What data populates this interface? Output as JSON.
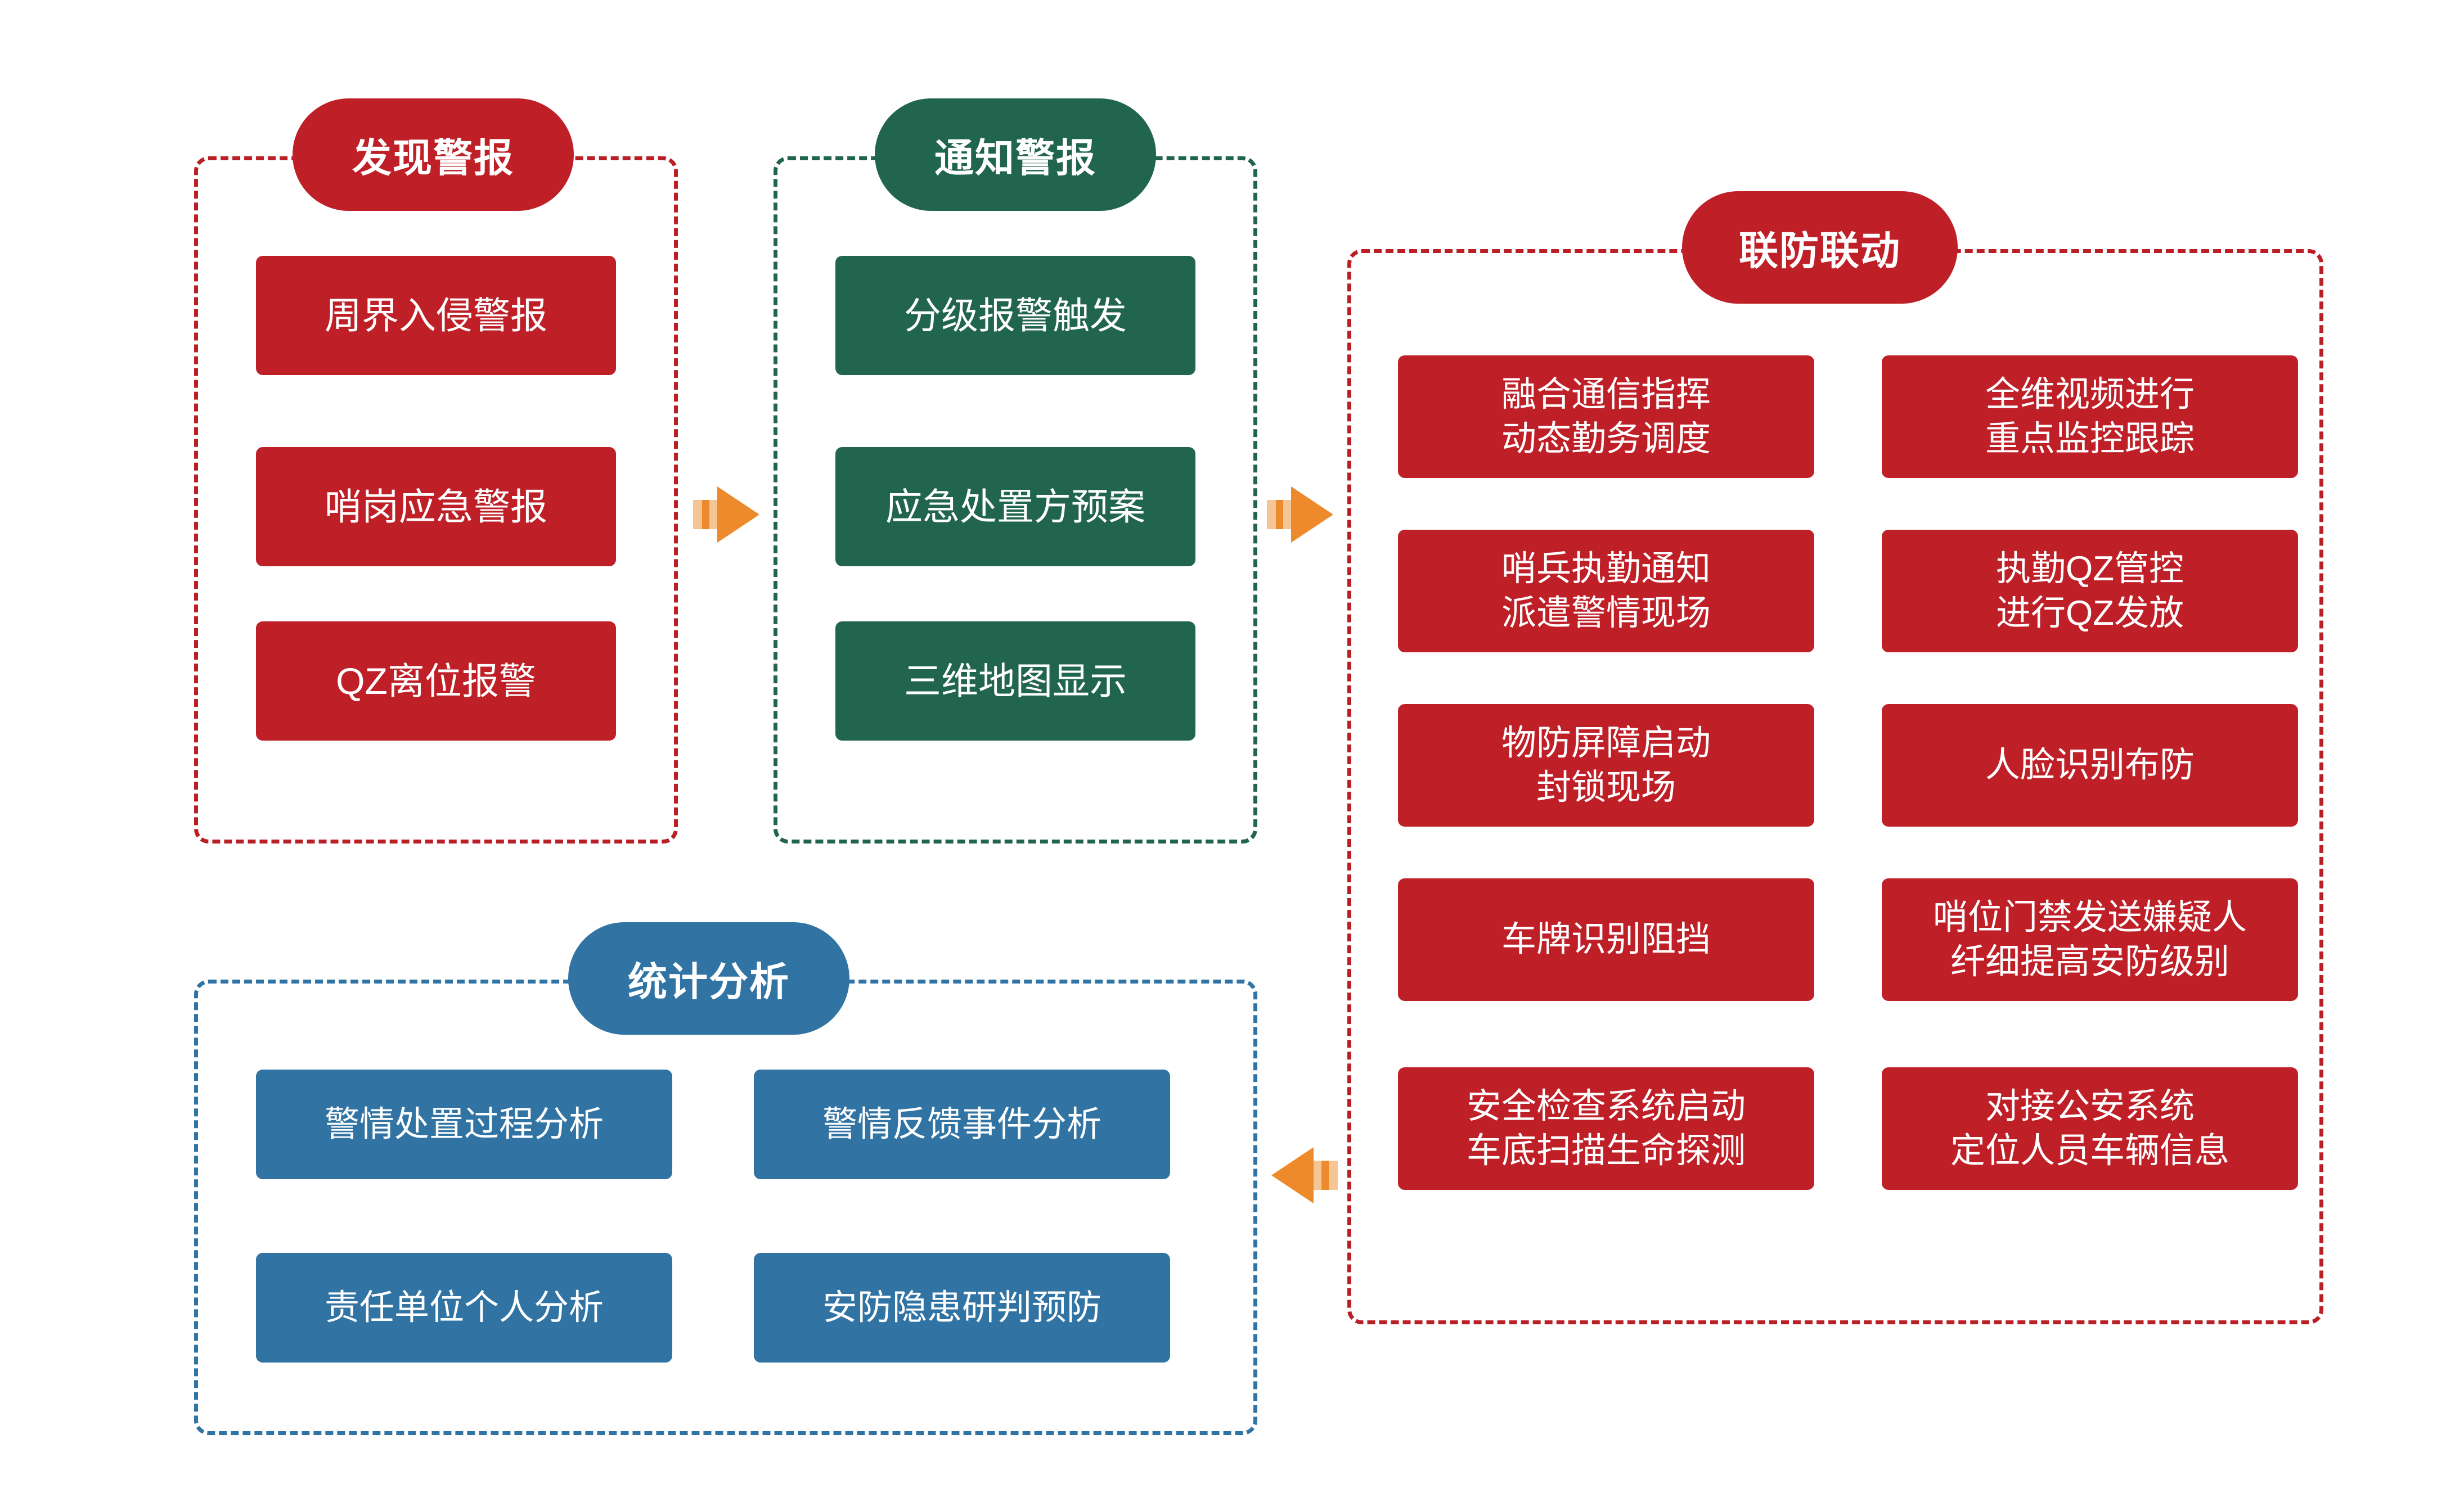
{
  "colors": {
    "red": "#BF2028",
    "red_border": "#BA1F26",
    "green": "#22654E",
    "blue": "#3174A3",
    "arrow_orange": "#ED8A2B",
    "arrow_orange_light": "#F6C596",
    "white": "#FFFFFF"
  },
  "panels": [
    {
      "id": "discover-alarm",
      "title": "发现警报",
      "color": "red",
      "items": [
        "周界入侵警报",
        "哨岗应急警报",
        "QZ离位报警"
      ]
    },
    {
      "id": "notify-alarm",
      "title": "通知警报",
      "color": "green",
      "items": [
        "分级报警触发",
        "应急处置方预案",
        "三维地图显示"
      ]
    },
    {
      "id": "joint-defense",
      "title": "联防联动",
      "color": "red",
      "items_left": [
        "融合通信指挥\n动态勤务调度",
        "哨兵执勤通知\n派遣警情现场",
        "物防屏障启动\n封锁现场",
        "车牌识别阻挡",
        "安全检查系统启动\n车底扫描生命探测"
      ],
      "items_right": [
        "全维视频进行\n重点监控跟踪",
        "执勤QZ管控\n进行QZ发放",
        "人脸识别布防",
        "哨位门禁发送嫌疑人\n纤细提高安防级别",
        "对接公安系统\n定位人员车辆信息"
      ]
    },
    {
      "id": "statistics-analysis",
      "title": "统计分析",
      "color": "blue",
      "items": [
        "警情处置过程分析",
        "警情反馈事件分析",
        "责任单位个人分析",
        "安防隐患研判预防"
      ]
    }
  ],
  "arrows": [
    {
      "id": "arrow-discover-to-notify",
      "icon": "arrow-right-icon",
      "direction": "right"
    },
    {
      "id": "arrow-notify-to-joint",
      "icon": "arrow-right-icon",
      "direction": "right"
    },
    {
      "id": "arrow-joint-to-statistics",
      "icon": "arrow-left-icon",
      "direction": "left"
    }
  ]
}
